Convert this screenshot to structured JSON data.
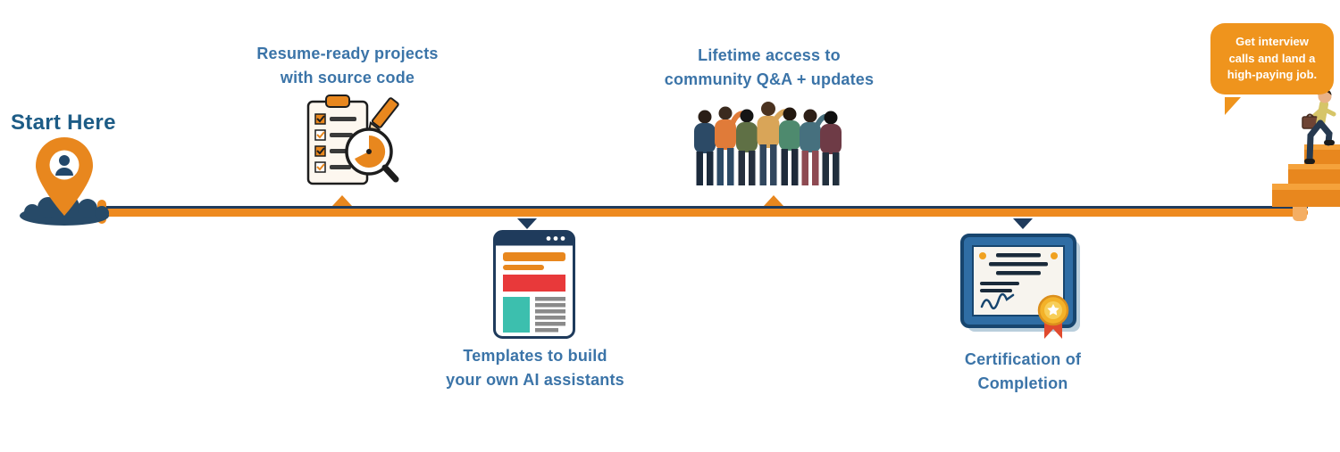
{
  "diagram": {
    "name": "course-benefits-roadmap",
    "colors": {
      "timeline_orange": "#EE8A1F",
      "timeline_navy": "#1F3B5C",
      "label_blue": "#3B74A8",
      "start_label_blue": "#1D5C86",
      "bubble_orange": "#EF941D",
      "bubble_text": "#FFFFFF"
    }
  },
  "start": {
    "label": "Start Here",
    "icon": "location-pin-person"
  },
  "milestones": [
    {
      "position": "above",
      "icon": "checklist-magnifier",
      "line1": "Resume-ready projects",
      "line2": "with source code"
    },
    {
      "position": "below",
      "icon": "browser-template",
      "line1": "Templates to build",
      "line2": "your own AI assistants"
    },
    {
      "position": "above",
      "icon": "community-people-group",
      "line1": "Lifetime access to",
      "line2": "community Q&A + updates"
    },
    {
      "position": "below",
      "icon": "certificate-of-completion",
      "line1": "Certification of",
      "line2": "Completion"
    }
  ],
  "end": {
    "icon": "person-climbing-stairs",
    "bubble": {
      "line1": "Get interview",
      "line2": "calls and land a",
      "line3": "high-paying job."
    }
  }
}
